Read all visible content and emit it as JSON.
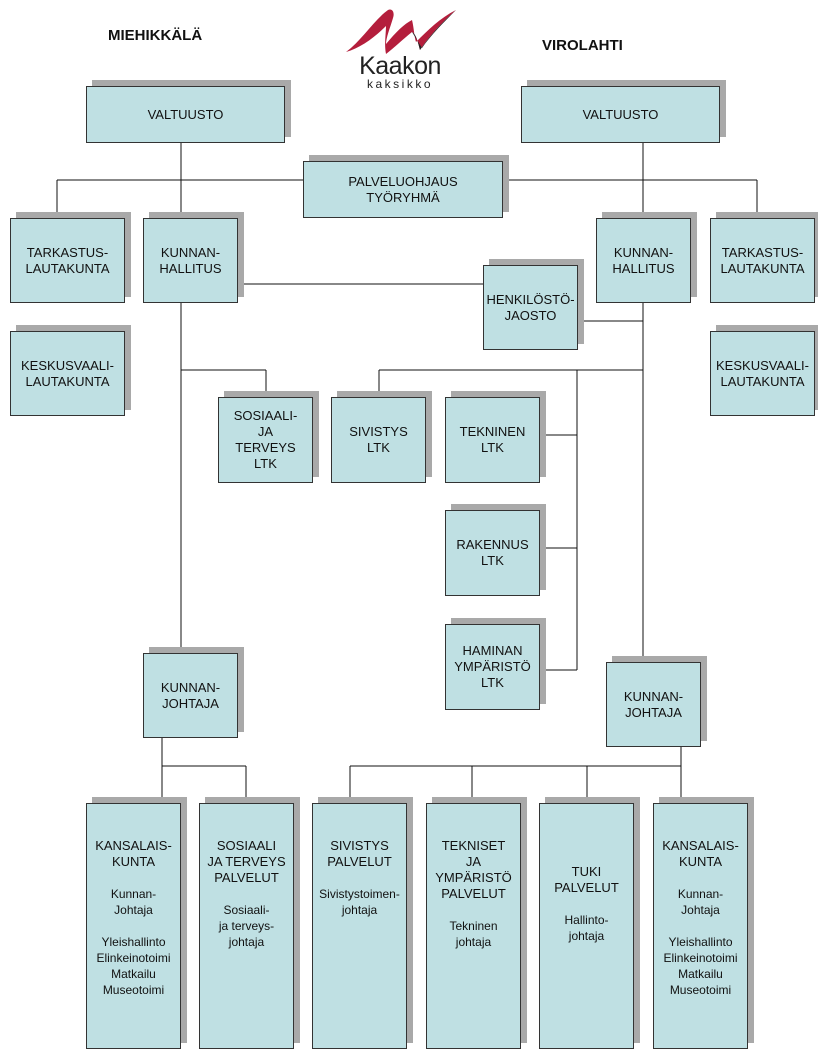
{
  "headings": {
    "left": "MIEHIKKÄLÄ",
    "right": "VIROLAHTI"
  },
  "logo": {
    "word": "Kaakon",
    "sub": "kaksikko",
    "colors": [
      "#b41e3c",
      "#222222"
    ]
  },
  "boxes": {
    "valtuusto_m": "VALTUUSTO",
    "valtuusto_v": "VALTUUSTO",
    "palveluohjaus": "PALVELUOHJAUS\nTYÖRYHMÄ",
    "tarkastus_m": "TARKASTUS-\nLAUTAKUNTA",
    "kunnanhallitus_m": "KUNNAN-\nHALLITUS",
    "henkilosto": "HENKILÖSTÖ-\nJAOSTO",
    "kunnanhallitus_v": "KUNNAN-\nHALLITUS",
    "tarkastus_v": "TARKASTUS-\nLAUTAKUNTA",
    "keskusvaali_m": "KESKUSVAALI-\nLAUTAKUNTA",
    "keskusvaali_v": "KESKUSVAALI-\nLAUTAKUNTA",
    "sosiaali_ltk": "SOSIAALI-\nJA\nTERVEYS\nLTK",
    "sivistys_ltk": "SIVISTYS\nLTK",
    "tekninen_ltk": "TEKNINEN\nLTK",
    "rakennus_ltk": "RAKENNUS\nLTK",
    "haminan_ltk": "HAMINAN\nYMPÄRISTÖ\nLTK",
    "kunnanjohtaja_m": "KUNNAN-\nJOHTAJA",
    "kunnanjohtaja_v": "KUNNAN-\nJOHTAJA"
  },
  "services": {
    "kansalaiskunta_m": {
      "title": "KANSALAIS-\nKUNTA",
      "head": "Kunnan-\nJohtaja",
      "areas": "Yleishallinto\nElinkeinotoimi\nMatkailu\nMuseotoimi"
    },
    "sosiaali_palvelut": {
      "title": "SOSIAALI\nJA TERVEYS\nPALVELUT",
      "head": "Sosiaali-\nja terveys-\njohtaja"
    },
    "sivistys_palvelut": {
      "title": "SIVISTYS\nPALVELUT",
      "head": "Sivistystoimen-\njohtaja"
    },
    "tekniset_palvelut": {
      "title": "TEKNISET\nJA\nYMPÄRISTÖ\nPALVELUT",
      "head": "Tekninen\njohtaja"
    },
    "tuki_palvelut": {
      "title": "TUKI\nPALVELUT",
      "head": "Hallinto-\njohtaja"
    },
    "kansalaiskunta_v": {
      "title": "KANSALAIS-\nKUNTA",
      "head": "Kunnan-\nJohtaja",
      "areas": "Yleishallinto\nElinkeinotoimi\nMatkailu\nMuseotoimi"
    }
  },
  "colors": {
    "box_fill": "#bfe0e3",
    "shadow": "#a9a9a9",
    "line": "#111111"
  }
}
